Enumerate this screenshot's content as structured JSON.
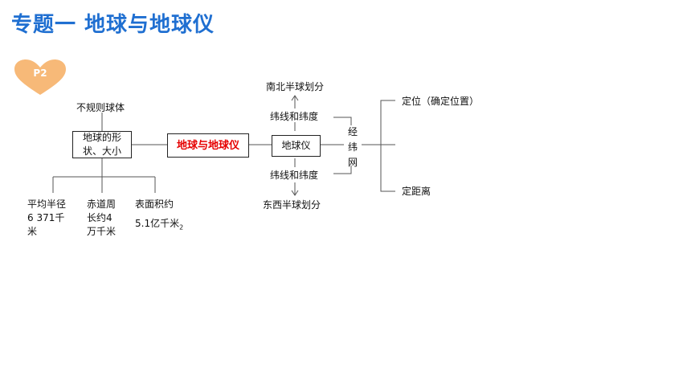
{
  "title": "专题一  地球与地球仪",
  "badge": {
    "label": "P2",
    "color": "#f7b978"
  },
  "accent_color": "#1f6fd1",
  "diagram": {
    "shape_label": "不规则球体",
    "shape_box": "地球的形状、大小",
    "center_box": "地球与地球仪",
    "globe_box": "地球仪",
    "radius": "平均半径6 371千米",
    "equator": "赤道周长约4万千米",
    "area_label": "表面积约",
    "area_value": "5.1亿千米",
    "area_sup": "2",
    "north_south": "南北半球划分",
    "east_west": "东西半球划分",
    "lat_lon_top": "纬线和纬度",
    "lat_lon_bottom": "纬线和纬度",
    "grid_chars": [
      "经",
      "纬",
      "网"
    ],
    "positioning": "定位（确定位置）",
    "distance": "定距离"
  }
}
